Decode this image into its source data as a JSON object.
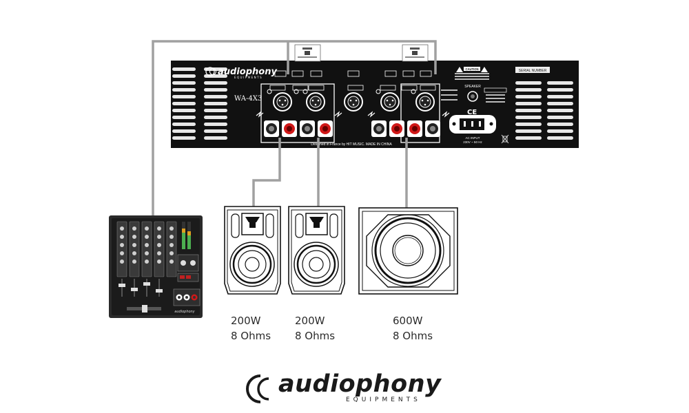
{
  "amplifier": {
    "brand": "audiophony",
    "brand_sub": "EQUIPMENTS",
    "model": "WA-4X3",
    "caution": "CAUTION",
    "speaker_label": "SPEAKER",
    "ac_input": "AC INPUT",
    "ac_spec": "230V ~ 50 Hz",
    "footer": "Designed in France by HIT MUSIC. MADE IN CHINA",
    "serial": "SERIAL NUMBER"
  },
  "speakers": [
    {
      "power": "200W",
      "impedance": "8 Ohms"
    },
    {
      "power": "200W",
      "impedance": "8 Ohms"
    },
    {
      "power": "600W",
      "impedance": "8 Ohms"
    }
  ],
  "logo": {
    "word": "audiophony",
    "sub": "EQUIPMENTS"
  },
  "colors": {
    "panel": "#111111",
    "cable": "#a0a0a0",
    "speaker_binding": "#d01818"
  }
}
